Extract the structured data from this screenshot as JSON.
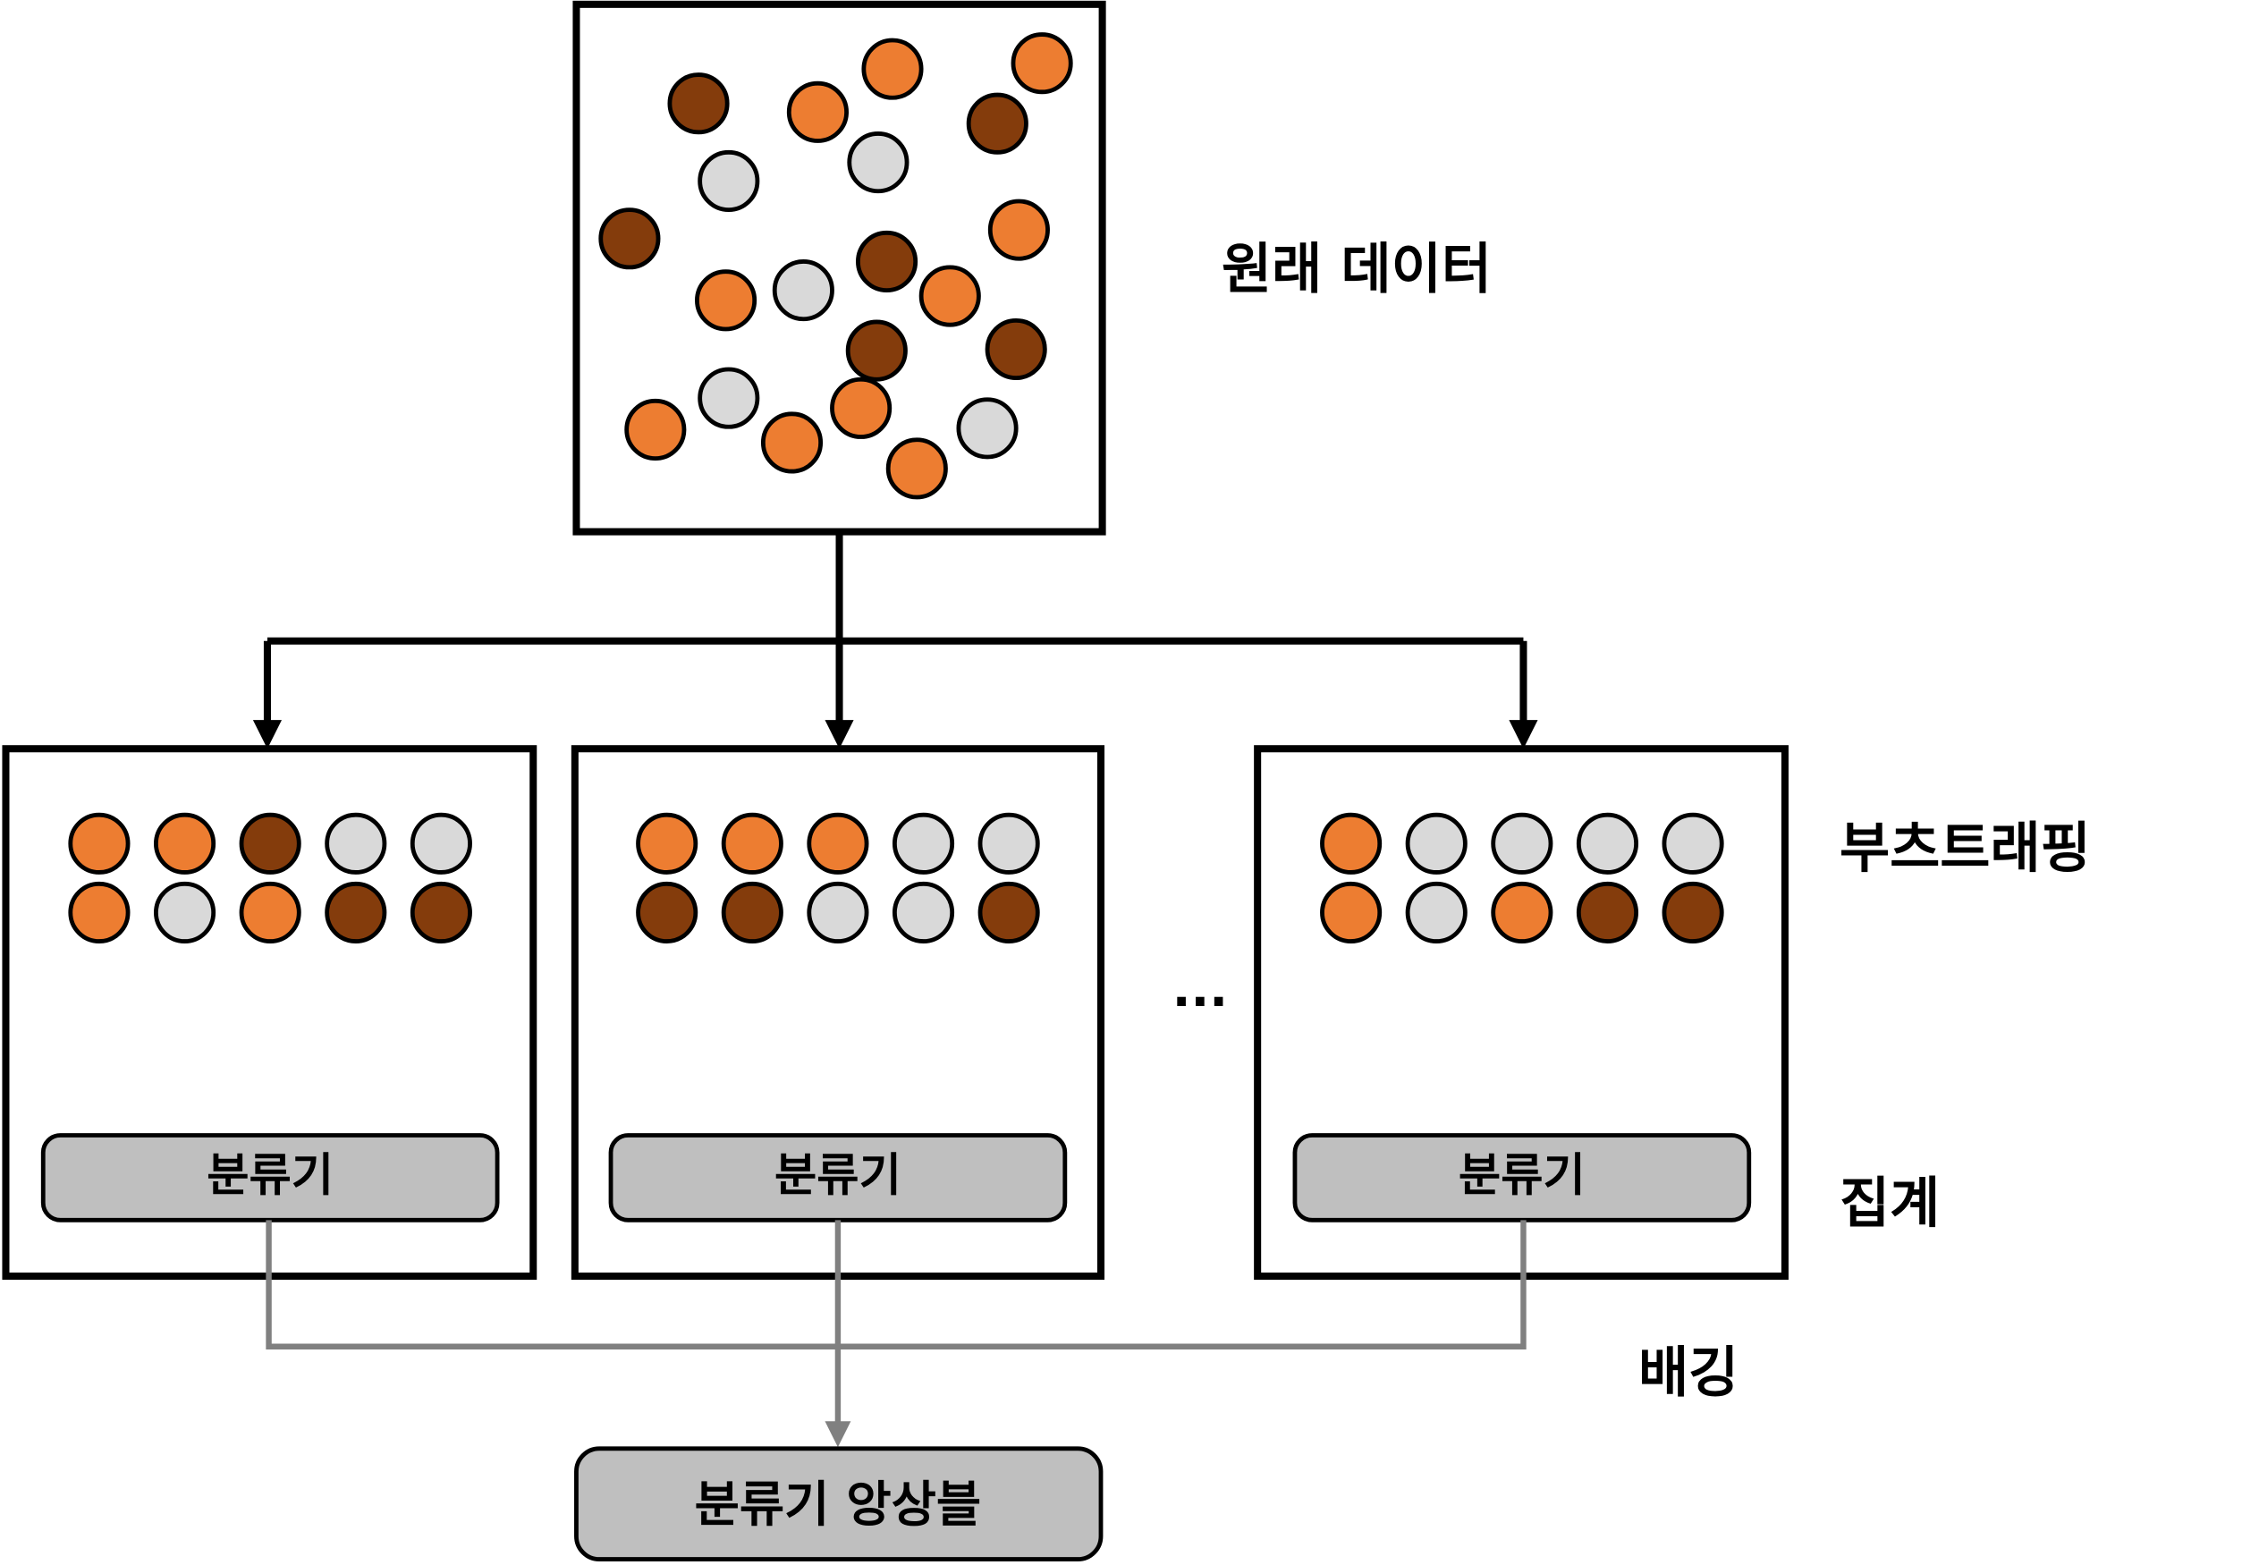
{
  "labels": {
    "original_data": "원래 데이터",
    "bootstrapping": "부츠트래핑",
    "aggregation": "집계",
    "bagging": "배깅",
    "ellipsis": "...",
    "ensemble": "분류기 앙상블"
  },
  "colors": {
    "orange": "#ED7D31",
    "brown": "#843C0C",
    "gray": "#D9D9D9",
    "bagging_text": "#C55A11",
    "classifier_fill": "#BFBFBF",
    "aggregate_line": "#808080"
  },
  "original_data": {
    "points": [
      "brown",
      "orange",
      "orange",
      "orange",
      "brown",
      "gray",
      "gray",
      "brown",
      "orange",
      "orange",
      "gray",
      "brown",
      "orange",
      "brown",
      "brown",
      "gray",
      "orange",
      "orange",
      "orange",
      "gray",
      "orange"
    ]
  },
  "bootstrap_samples": [
    {
      "points": [
        "orange",
        "orange",
        "brown",
        "gray",
        "gray",
        "orange",
        "gray",
        "orange",
        "brown",
        "brown"
      ],
      "classifier_label": "분류기"
    },
    {
      "points": [
        "orange",
        "orange",
        "orange",
        "gray",
        "gray",
        "brown",
        "brown",
        "gray",
        "gray",
        "brown"
      ],
      "classifier_label": "분류기"
    },
    {
      "points": [
        "orange",
        "gray",
        "gray",
        "gray",
        "gray",
        "orange",
        "gray",
        "orange",
        "brown",
        "brown"
      ],
      "classifier_label": "분류기"
    }
  ]
}
